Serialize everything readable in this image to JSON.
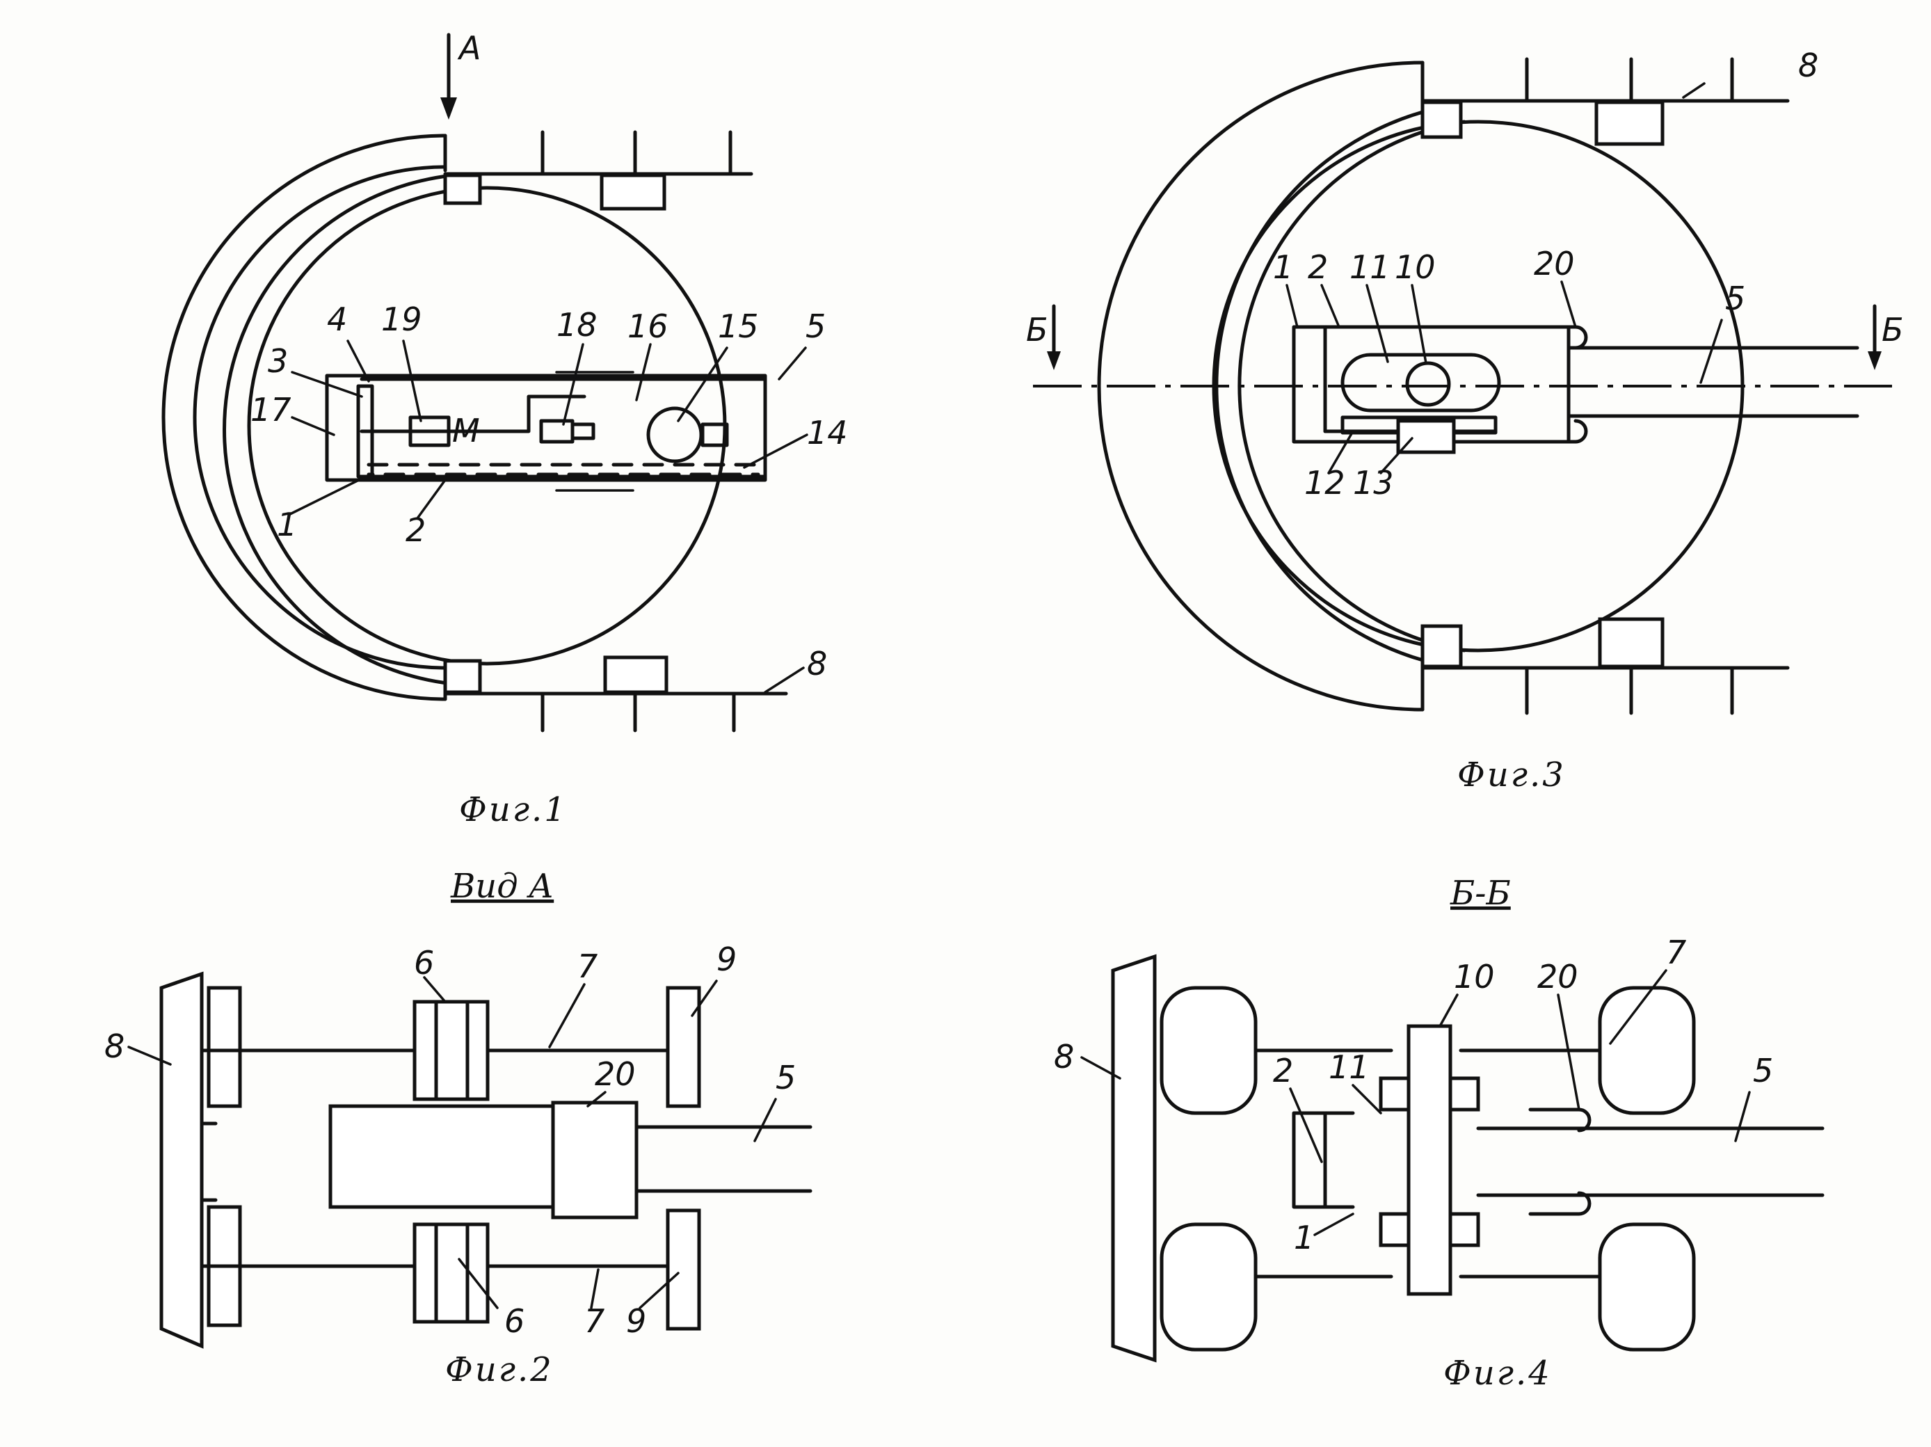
{
  "figures": {
    "fig1": {
      "caption": "Фиг.1",
      "view_marker": "A",
      "labels": [
        "4",
        "19",
        "18",
        "16",
        "15",
        "5",
        "3",
        "17",
        "14",
        "1",
        "2",
        "8"
      ]
    },
    "fig2": {
      "caption": "Фиг.2",
      "title": "Вид А",
      "labels": [
        "6",
        "7",
        "9",
        "8",
        "20",
        "5",
        "6",
        "7",
        "9"
      ]
    },
    "fig3": {
      "caption": "Фиг.3",
      "section_marker": "Б",
      "labels": [
        "8",
        "1",
        "2",
        "11",
        "10",
        "20",
        "5",
        "12",
        "13"
      ]
    },
    "fig4": {
      "caption": "Фиг.4",
      "title": "Б-Б",
      "labels": [
        "10",
        "20",
        "7",
        "8",
        "2",
        "11",
        "5",
        "1"
      ]
    }
  }
}
